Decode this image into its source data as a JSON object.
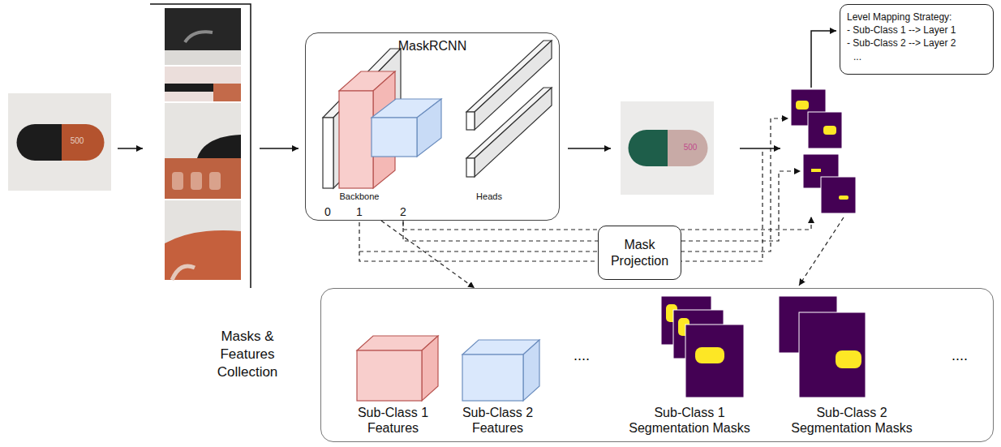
{
  "diagram": {
    "nodes": [
      {
        "text": [
          "MaskRCNN"
        ]
      },
      {
        "text": [
          "Level Mapping Strategy:",
          "- Sub-Class 1 --> Layer 1",
          "- Sub-Class 2 --> Layer 2",
          "..."
        ]
      },
      {
        "text": [
          "Mask Projection"
        ]
      },
      {
        "text": [
          "Masks & Features Collection"
        ]
      }
    ],
    "edges": [
      {
        "from": 0,
        "to": 3,
        "arrow": "to"
      },
      {
        "from": 0,
        "to": 2,
        "arrow": "none"
      }
    ],
    "labels": [
      "Backbone",
      "Heads",
      "0",
      "1",
      "2",
      "500",
      "500",
      "Sub-Class 1 Features",
      "Sub-Class 2 Features",
      "....",
      "Sub-Class 1 Segmentation Masks",
      "Sub-Class 2 Segmentation Masks",
      "...."
    ]
  }
}
